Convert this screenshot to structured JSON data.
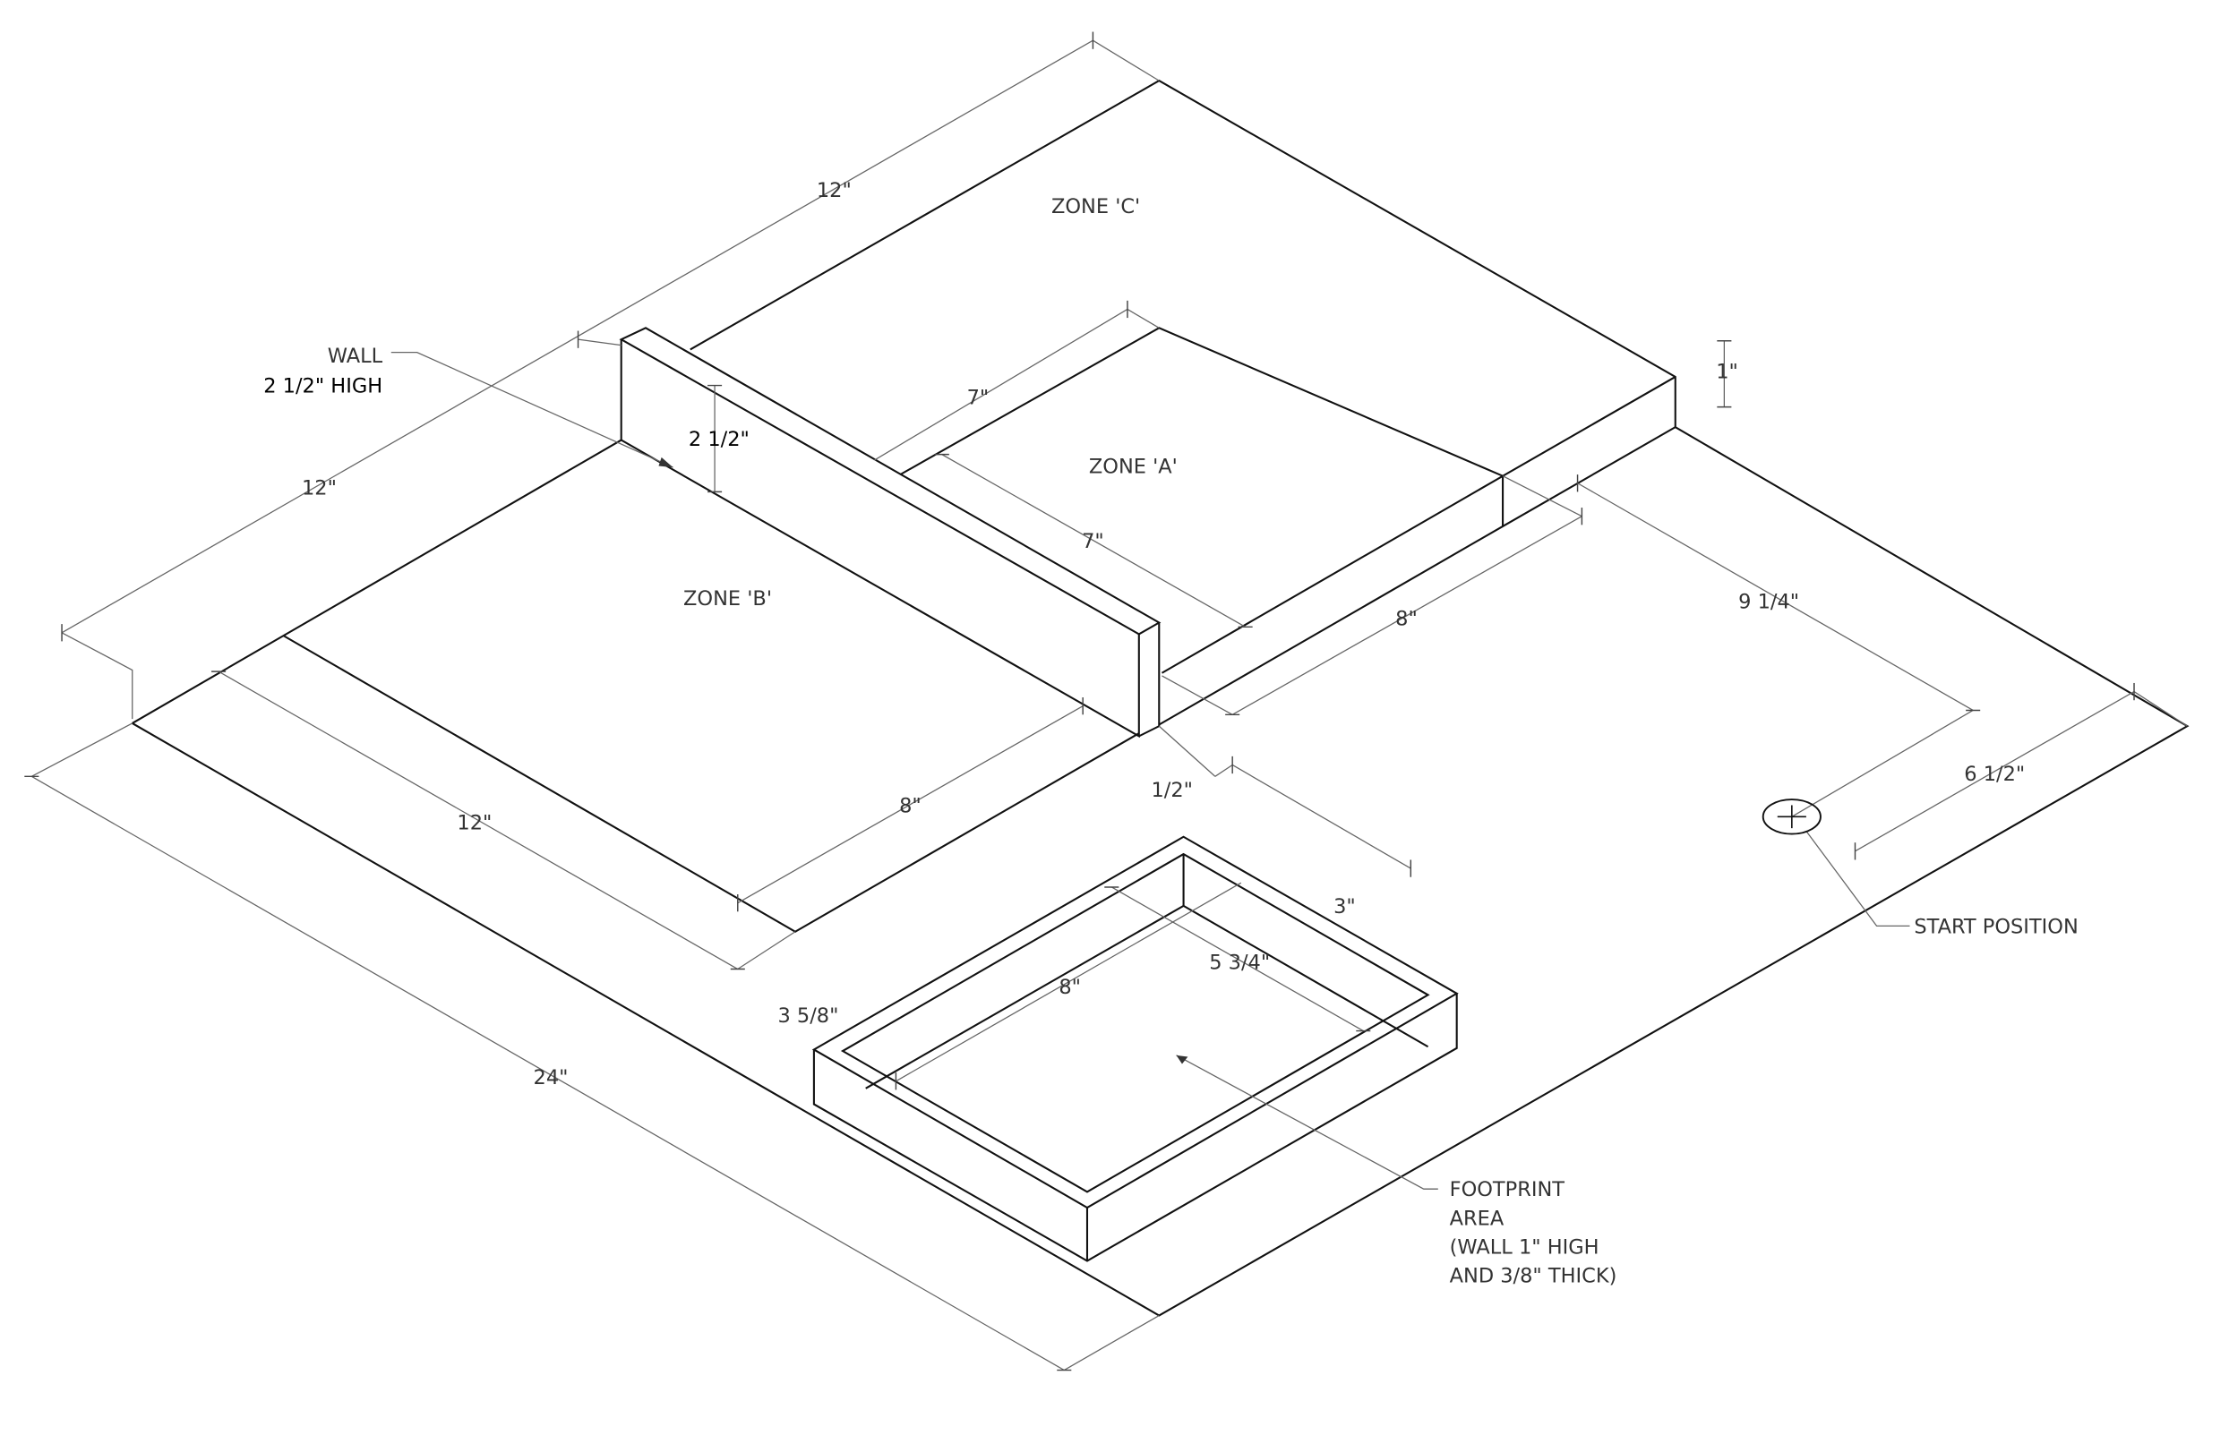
{
  "zones": {
    "c": "ZONE 'C'",
    "a": "ZONE 'A'",
    "b": "ZONE 'B'"
  },
  "wall_note": {
    "line1": "WALL",
    "line2": "2 1/2\"  HIGH"
  },
  "dimensions": {
    "top_depth": "12\"",
    "left_depth": "12\"",
    "wall_height": "2 1/2\"",
    "zone_a_width_top": "7\"",
    "zone_a_width": "7\"",
    "zone_a_depth": "8\"",
    "step_height": "1\"",
    "start_depth": "9 1/4\"",
    "start_offset": "6 1/2\"",
    "wall_thickness": "1/2\"",
    "footprint_gap": "3\"",
    "zone_b_depth": "8\"",
    "zone_b_width": "12\"",
    "footprint_offset": "3 5/8\"",
    "footprint_width": "5 3/4\"",
    "footprint_length": "8\"",
    "board_length": "24\""
  },
  "start_label": "START POSITION",
  "footprint_note": {
    "line1": "FOOTPRINT",
    "line2": "AREA",
    "line3": "(WALL 1\" HIGH",
    "line4": "AND 3/8\" THICK)"
  }
}
